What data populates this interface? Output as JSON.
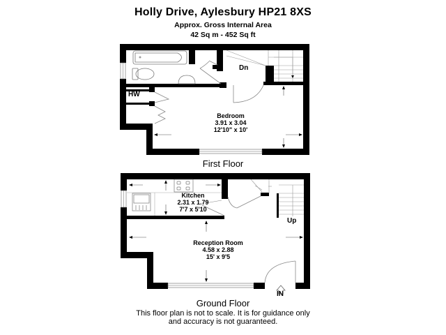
{
  "header": {
    "title": "Holly Drive, Aylesbury HP21 8XS",
    "subtitle": "Approx. Gross Internal Area",
    "area": "42 Sq m - 452 Sq ft"
  },
  "first_floor": {
    "label": "First Floor",
    "rooms": [
      {
        "name": "Bedroom",
        "metric": "3.91 x 3.04",
        "imperial": "12'10\" x 10'"
      }
    ],
    "labels": {
      "hw": "HW",
      "stairs": "Dn"
    },
    "fixtures": [
      "bath",
      "toilet",
      "basin",
      "door-swing",
      "stairs-down",
      "airing-cupboard",
      "wardrobe"
    ]
  },
  "ground_floor": {
    "label": "Ground Floor",
    "rooms": [
      {
        "name": "Kitchen",
        "metric": "2.31 x 1.79",
        "imperial": "7'7 x 5'10"
      },
      {
        "name": "Reception Room",
        "metric": "4.58 x 2.88",
        "imperial": "15' x 9'5"
      }
    ],
    "labels": {
      "stairs": "Up",
      "entrance": "IN"
    },
    "fixtures": [
      "sink",
      "hob",
      "stairs-up",
      "front-door",
      "window"
    ]
  },
  "footer": {
    "disclaimer_line1": "This floor plan is not to scale. It is for guidance only",
    "disclaimer_line2": "and accuracy is not guaranteed."
  },
  "colors": {
    "wall": "#000000",
    "background": "#ffffff",
    "fixture_line": "#888888"
  }
}
